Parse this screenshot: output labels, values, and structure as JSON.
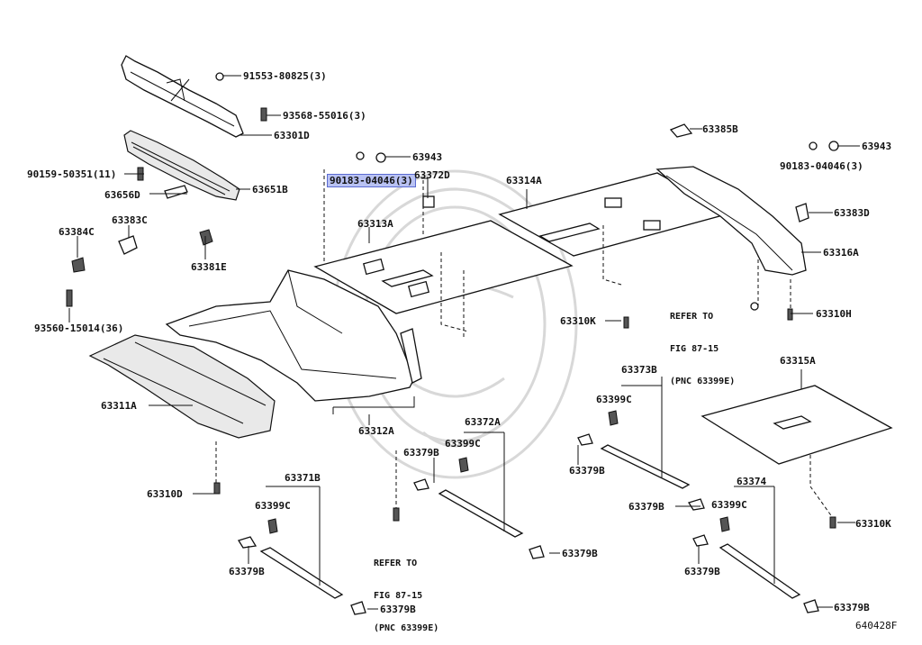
{
  "figure_id": "640428F",
  "notes": {
    "refer_left": [
      "REFER TO",
      "FIG 87-15",
      "(PNC 63399E)"
    ],
    "refer_right": [
      "REFER TO",
      "FIG 87-15",
      "(PNC 63399E)"
    ]
  },
  "labels": {
    "p91553": "91553-80825(3)",
    "p93568": "93568-55016(3)",
    "p63301D": "63301D",
    "p90159": "90159-50351(11)",
    "p63651B": "63651B",
    "p63656D": "63656D",
    "p63943a": "63943",
    "p90183a": "90183-04046(3)",
    "p63372D": "63372D",
    "p63385B": "63385B",
    "p63943b": "63943",
    "p90183b": "90183-04046(3)",
    "p63314A": "63314A",
    "p63383D": "63383D",
    "p63316A": "63316A",
    "p63384C": "63384C",
    "p63383C": "63383C",
    "p63381E": "63381E",
    "p63313A": "63313A",
    "p93560": "93560-15014(36)",
    "p63310K_a": "63310K",
    "p63310H": "63310H",
    "p63311A": "63311A",
    "p63312A": "63312A",
    "p63373B": "63373B",
    "p63399C_a": "63399C",
    "p63315A": "63315A",
    "p63310D": "63310D",
    "p63372A": "63372A",
    "p63399C_b": "63399C",
    "p63379B_a": "63379B",
    "p63379B_b": "63379B",
    "p63371B": "63371B",
    "p63399C_c": "63399C",
    "p63379B_c": "63379B",
    "p63374": "63374",
    "p63399C_d": "63399C",
    "p63310K_b": "63310K",
    "p63379B_d": "63379B",
    "p63379B_e": "63379B",
    "p63379B_f": "63379B",
    "p63379B_g": "63379B"
  }
}
